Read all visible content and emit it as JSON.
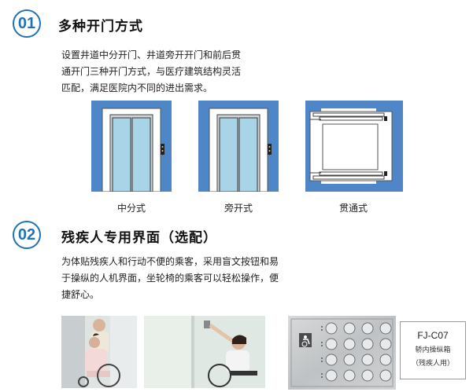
{
  "section1": {
    "number": "01",
    "title": "多种开门方式",
    "description": [
      "设置井道中分开门、井道旁开开门和前后贯",
      "通开门三种开门方式，与医疗建筑结构灵活",
      "匹配，满足医院内不同的进出需求。"
    ],
    "diagrams": [
      {
        "label": "中分式"
      },
      {
        "label": "旁开式"
      },
      {
        "label": "贯通式"
      }
    ]
  },
  "section2": {
    "number": "02",
    "title": "残疾人专用界面（选配）",
    "description": [
      "为体贴残疾人和行动不便的乘客，采用盲文按钮和易",
      "于操纵的人机界面，坐轮椅的乘客可以轻松操作，便",
      "捷舒心。"
    ],
    "panel": {
      "code": "FJ-C07",
      "line1": "轿内操纵箱",
      "line2": "（残疾人用）"
    }
  },
  "colors": {
    "accent": "#1e73b8",
    "wall": "#4f86c8",
    "door": "#a9d3e6"
  }
}
